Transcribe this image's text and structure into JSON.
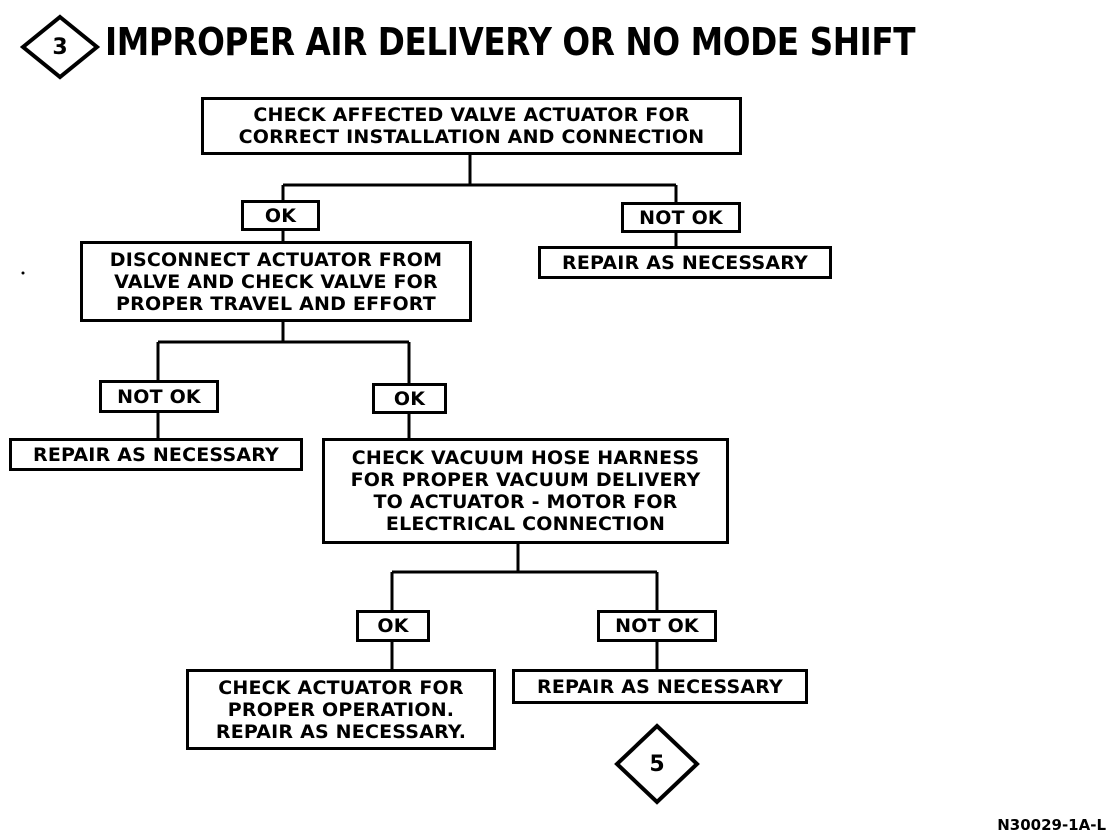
{
  "header": {
    "step_number": "3",
    "title": "IMPROPER AIR DELIVERY OR NO MODE SHIFT"
  },
  "nodes": {
    "check_valve_actuator": [
      "CHECK AFFECTED VALVE ACTUATOR FOR",
      "CORRECT INSTALLATION AND CONNECTION"
    ],
    "ok_1": [
      "OK"
    ],
    "not_ok_1": [
      "NOT OK"
    ],
    "repair_1": [
      "REPAIR AS NECESSARY"
    ],
    "disconnect_actuator": [
      "DISCONNECT ACTUATOR FROM",
      "VALVE AND CHECK VALVE FOR",
      "PROPER TRAVEL AND EFFORT"
    ],
    "not_ok_2": [
      "NOT OK"
    ],
    "ok_2": [
      "OK"
    ],
    "repair_2": [
      "REPAIR AS NECESSARY"
    ],
    "check_vacuum_hose": [
      "CHECK VACUUM HOSE HARNESS",
      "FOR PROPER VACUUM DELIVERY",
      "TO ACTUATOR - MOTOR FOR",
      "ELECTRICAL CONNECTION"
    ],
    "ok_3": [
      "OK"
    ],
    "not_ok_3": [
      "NOT OK"
    ],
    "check_actuator_operation": [
      "CHECK ACTUATOR FOR",
      "PROPER OPERATION.",
      "REPAIR AS NECESSARY."
    ],
    "repair_3": [
      "REPAIR AS NECESSARY"
    ]
  },
  "next_step": "5",
  "figure_code": "N30029-1A-L"
}
